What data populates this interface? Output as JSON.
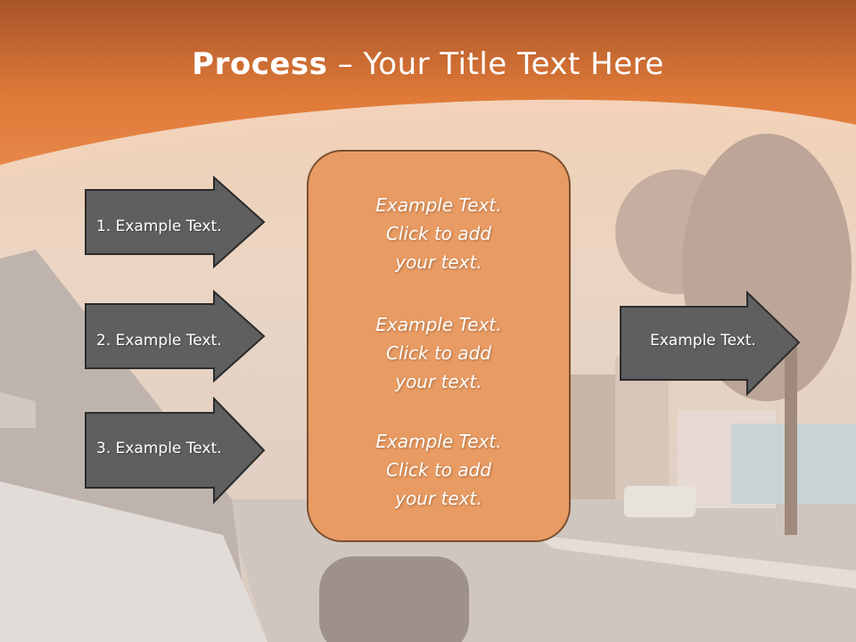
{
  "title": {
    "bold": "Process",
    "separator": " – ",
    "rest": "Your Title Text Here"
  },
  "left_arrows": [
    {
      "label": "1. Example Text."
    },
    {
      "label": "2. Example Text."
    },
    {
      "label": "3. Example Text."
    }
  ],
  "center_box": {
    "blocks": [
      {
        "line1": "Example Text.",
        "line2": "Click  to add",
        "line3": "your text."
      },
      {
        "line1": "Example Text.",
        "line2": "Click  to add",
        "line3": "your text."
      },
      {
        "line1": "Example Text.",
        "line2": "Click  to add",
        "line3": "your text."
      }
    ]
  },
  "right_arrow": {
    "label": "Example Text."
  },
  "colors": {
    "header_orange": "#e07a38",
    "box_fill": "#e89b63",
    "arrow_fill": "#5f5f5f",
    "arrow_border": "#2b2b2b"
  }
}
